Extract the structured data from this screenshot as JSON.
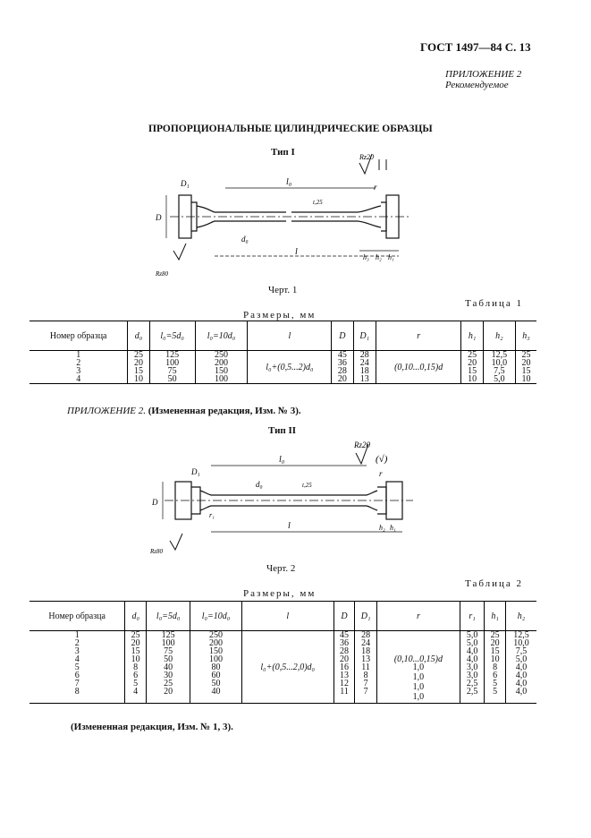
{
  "page_header": "ГОСТ 1497—84 С. 13",
  "appendix": {
    "title": "ПРИЛОЖЕНИЕ 2",
    "subtitle": "Рекомендуемое"
  },
  "section_title": "ПРОПОРЦИОНАЛЬНЫЕ ЦИЛИНДРИЧЕСКИЕ ОБРАЗЦЫ",
  "drawing1": {
    "title": "Тип I",
    "caption": "Черт. 1",
    "labels": {
      "rz": "Rz20",
      "check": "(√)",
      "l0": "l₀",
      "d1": "D₁",
      "r": "r",
      "d": "D",
      "d0": "d₀",
      "t": "t,25",
      "l": "l",
      "h3": "h₃",
      "h2": "h₂",
      "h1": "h₁",
      "rz80": "Rz80"
    }
  },
  "table1": {
    "label": "Таблица 1",
    "units": "Размеры, мм",
    "headers": [
      "Номер образца",
      "d₀",
      "l₀=5d₀",
      "l₀=10d₀",
      "l",
      "D",
      "D₁",
      "r",
      "h₁",
      "h₂",
      "h₃"
    ],
    "rows": [
      [
        "1",
        "25",
        "125",
        "250",
        "45",
        "28",
        "25",
        "12,5",
        "25"
      ],
      [
        "2",
        "20",
        "100",
        "200",
        "36",
        "24",
        "20",
        "10,0",
        "20"
      ],
      [
        "3",
        "15",
        "75",
        "150",
        "28",
        "18",
        "15",
        "7,5",
        "15"
      ],
      [
        "4",
        "10",
        "50",
        "100",
        "20",
        "13",
        "10",
        "5,0",
        "10"
      ]
    ],
    "l_formula": "l₀+(0,5...2)d₀",
    "r_formula": "(0,10...0,15)d"
  },
  "note1": {
    "prefix": "ПРИЛОЖЕНИЕ 2.",
    "text": " (Измененная редакция, Изм. № 3)."
  },
  "drawing2": {
    "title": "Тип II",
    "caption": "Черт. 2",
    "labels": {
      "rz": "Rz20",
      "check": "(√)",
      "l0": "l₀",
      "d1": "D₁",
      "r": "r",
      "d": "D",
      "d0": "d₀",
      "t": "t,25",
      "r1": "r₁",
      "l": "l",
      "h2": "h₂",
      "h1": "h₁",
      "rz80": "Rz80"
    }
  },
  "table2": {
    "label": "Таблица 2",
    "units": "Размеры, мм",
    "headers": [
      "Номер образца",
      "d₀",
      "l₀=5d₀",
      "l₀=10d₀",
      "l",
      "D",
      "D₁",
      "r",
      "r₁",
      "h₁",
      "h₂"
    ],
    "rows": [
      [
        "1",
        "25",
        "125",
        "250",
        "45",
        "28",
        "5,0",
        "25",
        "12,5"
      ],
      [
        "2",
        "20",
        "100",
        "200",
        "36",
        "24",
        "5,0",
        "20",
        "10,0"
      ],
      [
        "3",
        "15",
        "75",
        "150",
        "28",
        "18",
        "4,0",
        "15",
        "7,5"
      ],
      [
        "4",
        "10",
        "50",
        "100",
        "20",
        "13",
        "4,0",
        "10",
        "5,0"
      ],
      [
        "5",
        "8",
        "40",
        "80",
        "16",
        "11",
        "3,0",
        "8",
        "4,0"
      ],
      [
        "6",
        "6",
        "30",
        "60",
        "13",
        "8",
        "3,0",
        "6",
        "4,0"
      ],
      [
        "7",
        "5",
        "25",
        "50",
        "12",
        "7",
        "2,5",
        "5",
        "4,0"
      ],
      [
        "8",
        "4",
        "20",
        "40",
        "11",
        "7",
        "2,5",
        "5",
        "4,0"
      ]
    ],
    "l_formula": "l₀+(0,5...2,0)d₀",
    "r_formula": "(0,10...0,15)d",
    "r_values": [
      "1,0",
      "1,0",
      "1,0",
      "1,0"
    ]
  },
  "note2": "(Измененная редакция, Изм. № 1, 3)."
}
